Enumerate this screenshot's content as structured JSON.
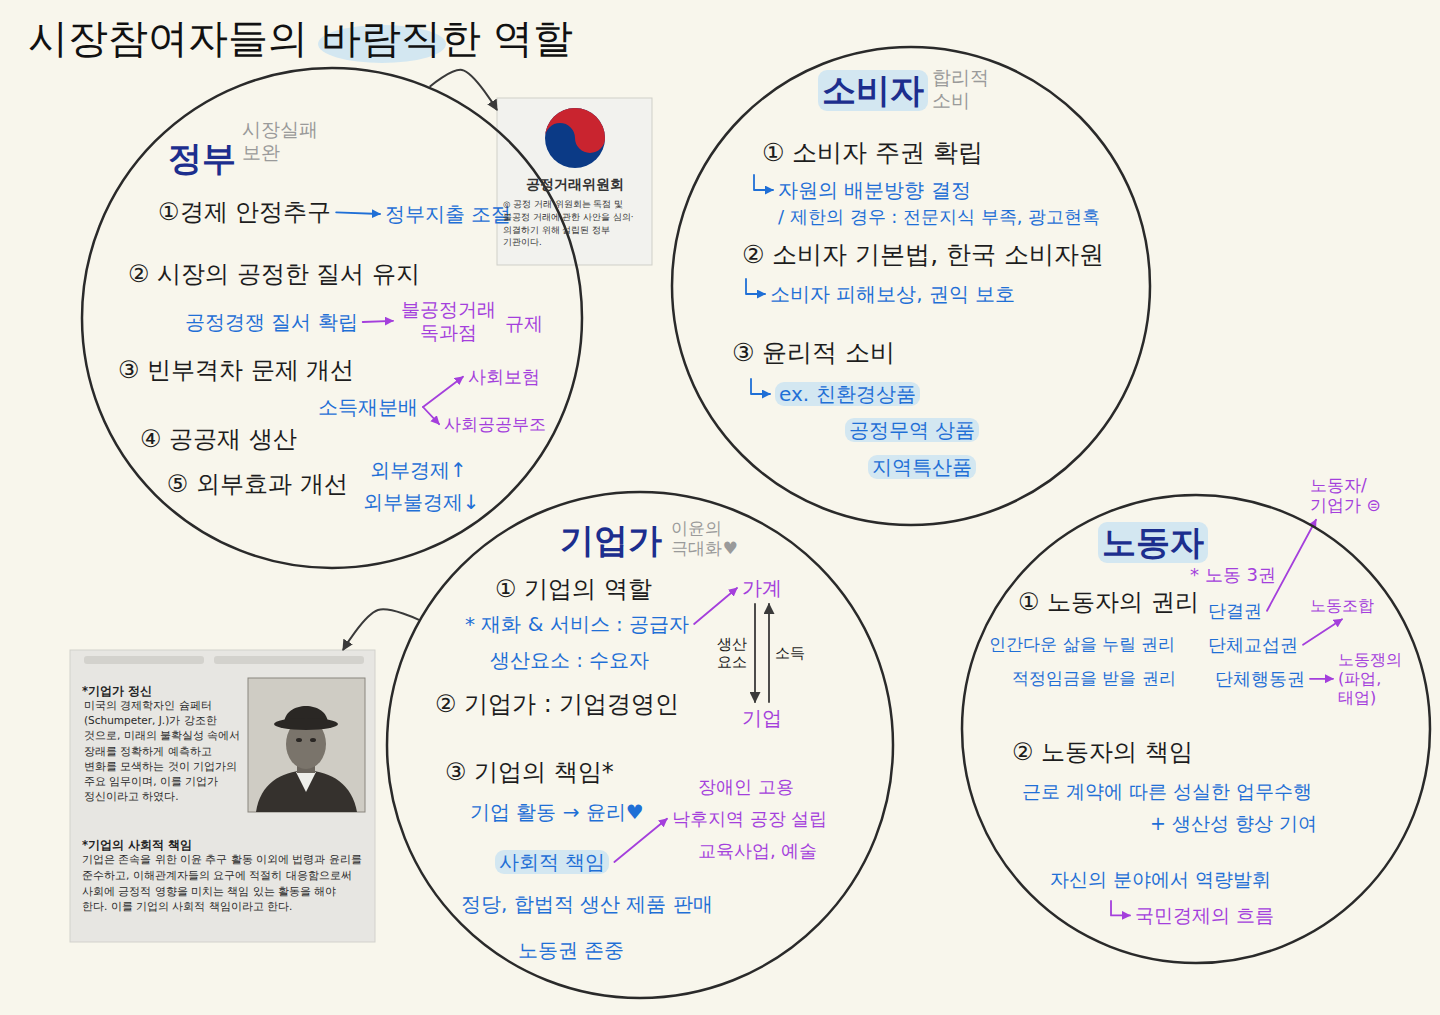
{
  "diagram": {
    "title": "시장참여자들의 바람직한 역할",
    "nodes": [
      {
        "text": [
          "정부",
          "시장실패 보완",
          "①경제 안정추구",
          "정부지출 조절",
          "② 시장의 공정한 질서 유지",
          "공정경쟁 질서 확립",
          "불공정거래 독과점",
          "규제",
          "③ 빈부격차 문제 개선",
          "소득재분배",
          "사회보험",
          "사회공공부조",
          "④ 공공재 생산",
          "⑤ 외부효과 개선",
          "외부경제↑",
          "외부불경제↓"
        ]
      },
      {
        "text": [
          "공정거래위원회",
          "◎ 공정 거래 위원회는 독점 및 불공정 거래에 관한 사안을 심의·의결하기 위해 설립된 정부 기관이다."
        ]
      },
      {
        "text": [
          "소비자",
          "합리적 소비",
          "① 소비자 주권 확립",
          "자원의 배분방향 결정",
          "/ 제한의 경우 : 전문지식 부족, 광고현혹",
          "② 소비자 기본법, 한국 소비자원",
          "소비자 피해보상, 권익 보호",
          "③ 윤리적 소비",
          "ex. 친환경상품",
          "공정무역 상품",
          "지역특산품"
        ]
      },
      {
        "text": [
          "기업가",
          "이윤의 극대화♥",
          "① 기업의 역할",
          "* 재화 & 서비스 : 공급자",
          "생산요소 : 수요자",
          "가계",
          "생산 요소",
          "소득",
          "기업",
          "② 기업가 : 기업경영인",
          "③ 기업의 책임*",
          "기업 활동 → 윤리♥",
          "사회적 책임",
          "장애인 고용",
          "낙후지역 공장 설립",
          "교육사업, 예술",
          "정당, 합법적 생산 제품 판매",
          "노동권 존중"
        ]
      },
      {
        "text": [
          "*기업가 정신",
          "미국의 경제학자인 슘페터(Schumpeter, J.)가 강조한 것으로, 미래의 불확실성 속에서 장래를 정확하게 예측하고 변화를 모색하는 것이 기업가의 주요 임무이며, 이를 기업가 정신이라고 하였다.",
          "*기업의 사회적 책임",
          "기업은 존속을 위한 이윤 추구 활동 이외에 법령과 윤리를 준수하고, 이해관계자들의 요구에 적절히 대응함으로써 사회에 긍정적 영향을 미치는 책임 있는 활동을 해야 한다. 이를 기업의 사회적 책임이라고 한다."
        ]
      },
      {
        "text": [
          "노동자",
          "노동자/ 기업가 ⊜",
          "① 노동자의 권리",
          "* 노동 3권",
          "인간다운 삶을 누릴 권리",
          "적정임금을 받을 권리",
          "단결권",
          "단체교섭권",
          "단체행동권",
          "노동조합",
          "노동쟁의 (파업, 태업)",
          "② 노동자의 책임",
          "근로 계약에 따른 성실한 업무수행",
          "+ 생산성 향상 기여",
          "자신의 분야에서 역량발휘",
          "국민경제의 흐름"
        ]
      }
    ],
    "edges": [
      {
        "from": 0,
        "to": 1,
        "arrow": "to"
      },
      {
        "from": 3,
        "to": 4,
        "arrow": "to"
      }
    ]
  }
}
